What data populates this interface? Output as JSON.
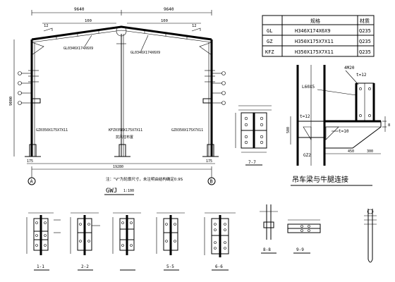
{
  "frame": {
    "dim_left": "9640",
    "dim_right": "9640",
    "dim_ridge_left": "100",
    "dim_ridge_right": "100",
    "slope_left": "12",
    "slope_right": "12",
    "rafter_left_label": "GL0346X174X6X9",
    "rafter_right_label": "GL0346X174X6X9",
    "col_left_label": "GZ0350X175X7X11",
    "col_mid_label": "KFZ0350X175X7X11",
    "col_right_label": "GZ0350X175X7X11",
    "mid_note": "抗风柱布置",
    "total_span": "19280",
    "bay_left": "175",
    "bay_right": "175",
    "axis_a": "A",
    "axis_b": "B",
    "height_dim": "9000",
    "note": "注：\"V\"为轮廓尺寸，未注明由结构确定0.9S",
    "title": "GWJ",
    "scale": "1:100"
  },
  "table": {
    "headers": [
      "",
      "规格",
      "材质"
    ],
    "rows": [
      {
        "id": "GL",
        "spec": "H346X174X6X9",
        "mat": "Q235"
      },
      {
        "id": "GZ",
        "spec": "H350X175X7X11",
        "mat": "Q235"
      },
      {
        "id": "KFZ",
        "spec": "H350X175X7X11",
        "mat": "Q235"
      }
    ]
  },
  "bracket": {
    "bolt": "4M20",
    "plate_t1": "t=12",
    "angle": "L60X5",
    "plate_t2": "t=12",
    "plate_t3": "t=10",
    "dim_8": "8",
    "dim_500": "500",
    "dim_450": "450",
    "dim_300": "300",
    "col": "GZ2",
    "caption": "吊车梁与牛腿连接"
  },
  "sections": {
    "s77": "7-7",
    "s11": "1-1",
    "s22": "2-2",
    "s55": "5-5",
    "s66": "6-6",
    "s88": "8-8",
    "s99": "9-9"
  }
}
